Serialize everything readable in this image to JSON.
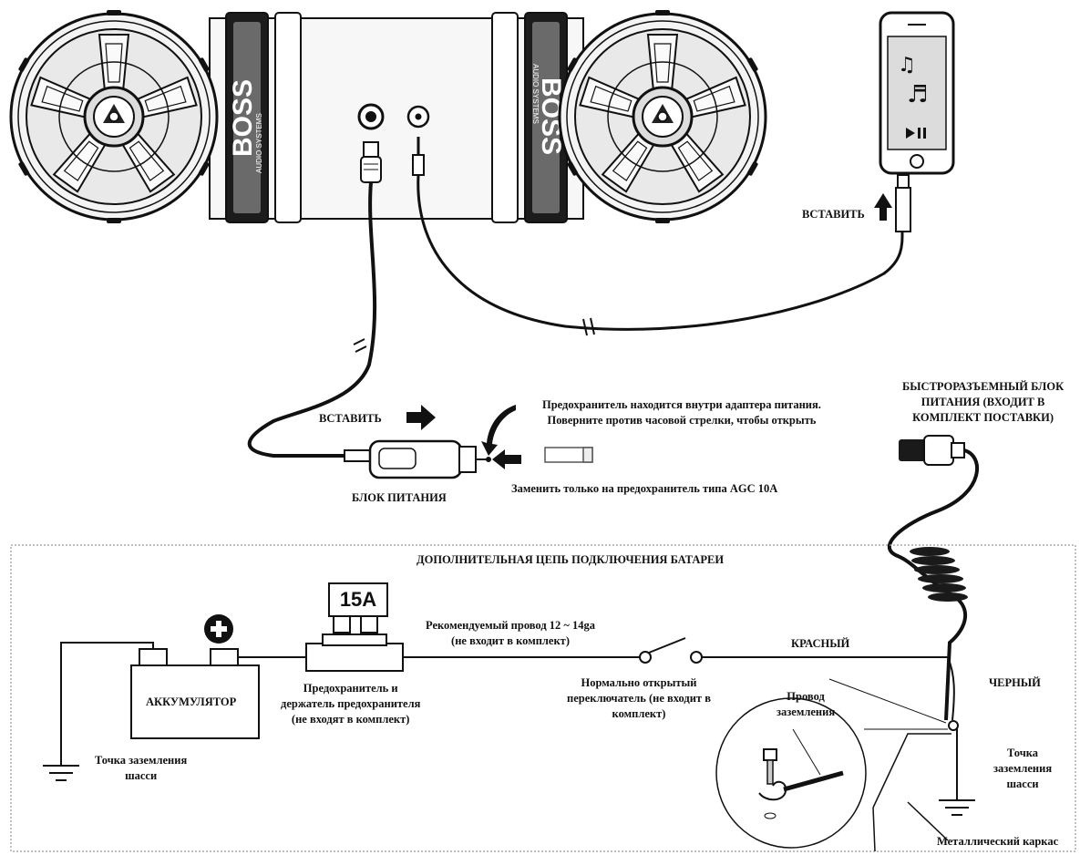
{
  "speaker": {
    "brand_text": "BOSS",
    "sub_text": "AUDIO SYSTEMS"
  },
  "labels": {
    "insert_top": "ВСТАВИТЬ",
    "insert_mid": "ВСТАВИТЬ",
    "fuse_note_line1": "Предохранитель находится внутри адаптера питания.",
    "fuse_note_line2": "Поверните против часовой стрелки, чтобы открыть",
    "replace_note": "Заменить только на предохранитель типа AGC 10A",
    "power_unit": "БЛОК ПИТАНИЯ",
    "quick_block_line1": "БЫСТРОРАЗЪЕМНЫЙ БЛОК",
    "quick_block_line2": "ПИТАНИЯ (ВХОДИТ В",
    "quick_block_line3": "КОМПЛЕКТ ПОСТАВКИ)",
    "circuit_title": "ДОПОЛНИТЕЛЬНАЯ ЦЕПЬ ПОДКЛЮЧЕНИЯ БАТАРЕИ",
    "fuse_value": "15A",
    "wire_rec_line1": "Рекомендуемый провод 12 ~ 14ga",
    "wire_rec_line2": "(не входит в комплект)",
    "red": "КРАСНЫЙ",
    "black": "ЧЕРНЫЙ",
    "battery": "АККУМУЛЯТОР",
    "fuse_holder_line1": "Предохранитель и",
    "fuse_holder_line2": "держатель предохранителя",
    "fuse_holder_line3": "(не входят в комплект)",
    "switch_line1": "Нормально открытый",
    "switch_line2": "переключатель (не входит в",
    "switch_line3": "комплект)",
    "ground_wire_line1": "Провод",
    "ground_wire_line2": "заземления",
    "chassis_left_line1": "Точка заземления",
    "chassis_left_line2": "шасси",
    "chassis_right_line1": "Точка",
    "chassis_right_line2": "заземления",
    "chassis_right_line3": "шасси",
    "metal_frame": "Металлический каркас"
  },
  "icons": [
    "music-note-icon",
    "play-pause-icon",
    "up-arrow-icon",
    "right-arrow-icon",
    "curved-arrow-icon",
    "left-arrow-icon",
    "plus-icon",
    "ground-symbol-icon",
    "switch-icon"
  ]
}
